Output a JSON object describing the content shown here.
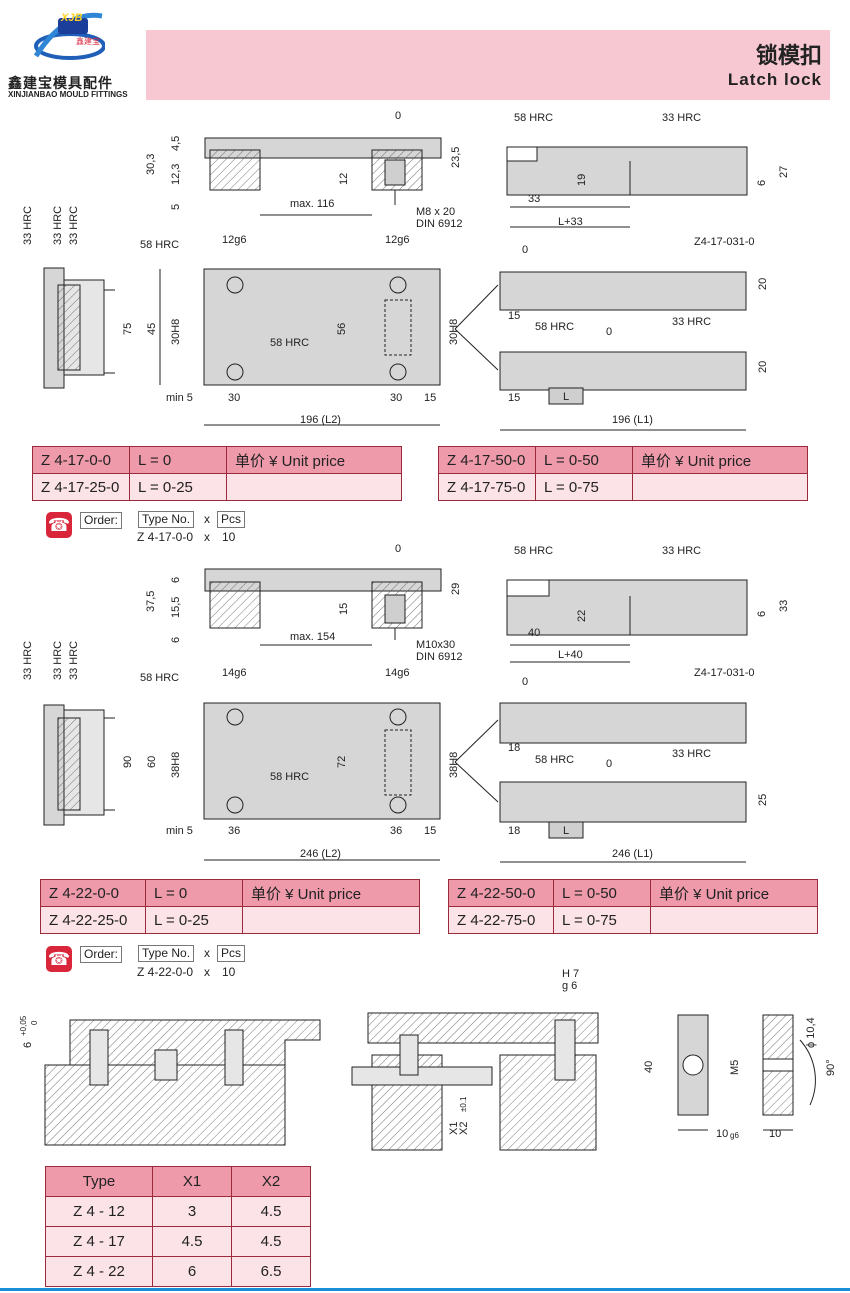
{
  "header": {
    "title_cn": "锁模扣",
    "title_en": "Latch lock",
    "logo_cn": "鑫建宝模具配件",
    "logo_en": "XINJIANBAO MOULD FITTINGS",
    "logo_badge": "XJB",
    "logo_badge_cn": "鑫建宝"
  },
  "section17": {
    "side": {
      "hrc1": "33 HRC",
      "hrc2": "33 HRC",
      "hrc3": "33 HRC"
    },
    "top": {
      "zero": "0",
      "d1": "30,3",
      "d2": "4,5",
      "d3": "12,3",
      "d4": "5",
      "d5": "12",
      "d6": "23,5",
      "max": "max. 116",
      "screw": "M8 x 20",
      "din": "DIN 6912"
    },
    "plan": {
      "hrc": "58 HRC",
      "hrc2": "58 HRC",
      "g1": "12g6",
      "g2": "12g6",
      "h75": "75",
      "h45": "45",
      "h30": "30H8",
      "h56": "56",
      "h30r": "30H8",
      "min": "min 5",
      "w30a": "30",
      "w30b": "30",
      "w15": "15",
      "L2": "196 (L2)"
    },
    "side2": {
      "hrc1": "58 HRC",
      "hrc2": "33 HRC",
      "d19": "19",
      "d33": "33",
      "L33": "L+33",
      "d6": "6",
      "d27": "27",
      "ref": "Z4-17-031-0"
    },
    "latch": {
      "zero": "0",
      "d20": "20",
      "d15": "15",
      "hrc1": "58 HRC",
      "zero2": "0",
      "hrc2": "33 HRC",
      "d20b": "20",
      "d15b": "15",
      "L": "L",
      "L1": "196 (L1)"
    },
    "table_left": [
      [
        "Z 4-17-0-0",
        "L = 0",
        "单价 ¥ Unit price"
      ],
      [
        "Z 4-17-25-0",
        "L = 0-25",
        ""
      ]
    ],
    "table_right": [
      [
        "Z 4-17-50-0",
        "L = 0-50",
        "单价 ¥ Unit price"
      ],
      [
        "Z 4-17-75-0",
        "L = 0-75",
        ""
      ]
    ],
    "order": {
      "label": "Order:",
      "type": "Type No.",
      "x": "x",
      "pcs": "Pcs",
      "example": "Z 4-17-0-0",
      "x2": "x",
      "qty": "10"
    }
  },
  "section22": {
    "side": {
      "hrc1": "33 HRC",
      "hrc2": "33 HRC",
      "hrc3": "33 HRC"
    },
    "top": {
      "zero": "0",
      "d1": "37,5",
      "d2": "6",
      "d3": "15,5",
      "d4": "6",
      "d5": "15",
      "d6": "29",
      "max": "max. 154",
      "screw": "M10x30",
      "din": "DIN 6912"
    },
    "plan": {
      "hrc": "58 HRC",
      "hrc2": "58 HRC",
      "g1": "14g6",
      "g2": "14g6",
      "h90": "90",
      "h60": "60",
      "h38": "38H8",
      "h72": "72",
      "h38r": "38H8",
      "min": "min 5",
      "w36a": "36",
      "w36b": "36",
      "w15": "15",
      "L2": "246 (L2)"
    },
    "side2": {
      "hrc1": "58 HRC",
      "hrc2": "33 HRC",
      "d22": "22",
      "d40": "40",
      "L40": "L+40",
      "d6": "6",
      "d33": "33",
      "ref": "Z4-17-031-0"
    },
    "latch": {
      "zero": "0",
      "d18": "18",
      "hrc1": "58 HRC",
      "zero2": "0",
      "hrc2": "33 HRC",
      "d25": "25",
      "d18b": "18",
      "L": "L",
      "L1": "246 (L1)"
    },
    "table_left": [
      [
        "Z 4-22-0-0",
        "L = 0",
        "单价 ¥ Unit price"
      ],
      [
        "Z 4-22-25-0",
        "L = 0-25",
        ""
      ]
    ],
    "table_right": [
      [
        "Z 4-22-50-0",
        "L = 0-50",
        "单价 ¥ Unit price"
      ],
      [
        "Z 4-22-75-0",
        "L = 0-75",
        ""
      ]
    ],
    "order": {
      "label": "Order:",
      "type": "Type No.",
      "x": "x",
      "pcs": "Pcs",
      "example": "Z 4-22-0-0",
      "x2": "x",
      "qty": "10"
    }
  },
  "bottom": {
    "d6": "6",
    "tol": "+0,05",
    "tol0": "0",
    "x1": "X1",
    "x2": "X2",
    "x2tol": "±0.1",
    "h7": "H 7",
    "g6": "g 6",
    "pin": {
      "d40": "40",
      "m5": "M5",
      "d10g6": "10",
      "g6": "g6",
      "d10": "10",
      "phi": "ϕ 10,4",
      "deg": "90°"
    }
  },
  "xtable": {
    "headers": [
      "Type",
      "X1",
      "X2"
    ],
    "rows": [
      [
        "Z 4 - 12",
        "3",
        "4.5"
      ],
      [
        "Z 4 - 17",
        "4.5",
        "4.5"
      ],
      [
        "Z 4 - 22",
        "6",
        "6.5"
      ]
    ]
  },
  "colors": {
    "header_band": "#f7c7d2",
    "table_head": "#ee9aab",
    "table_body": "#fce3e8",
    "accent_line": "#1a8fd8",
    "steel": "#d6d6d6"
  }
}
